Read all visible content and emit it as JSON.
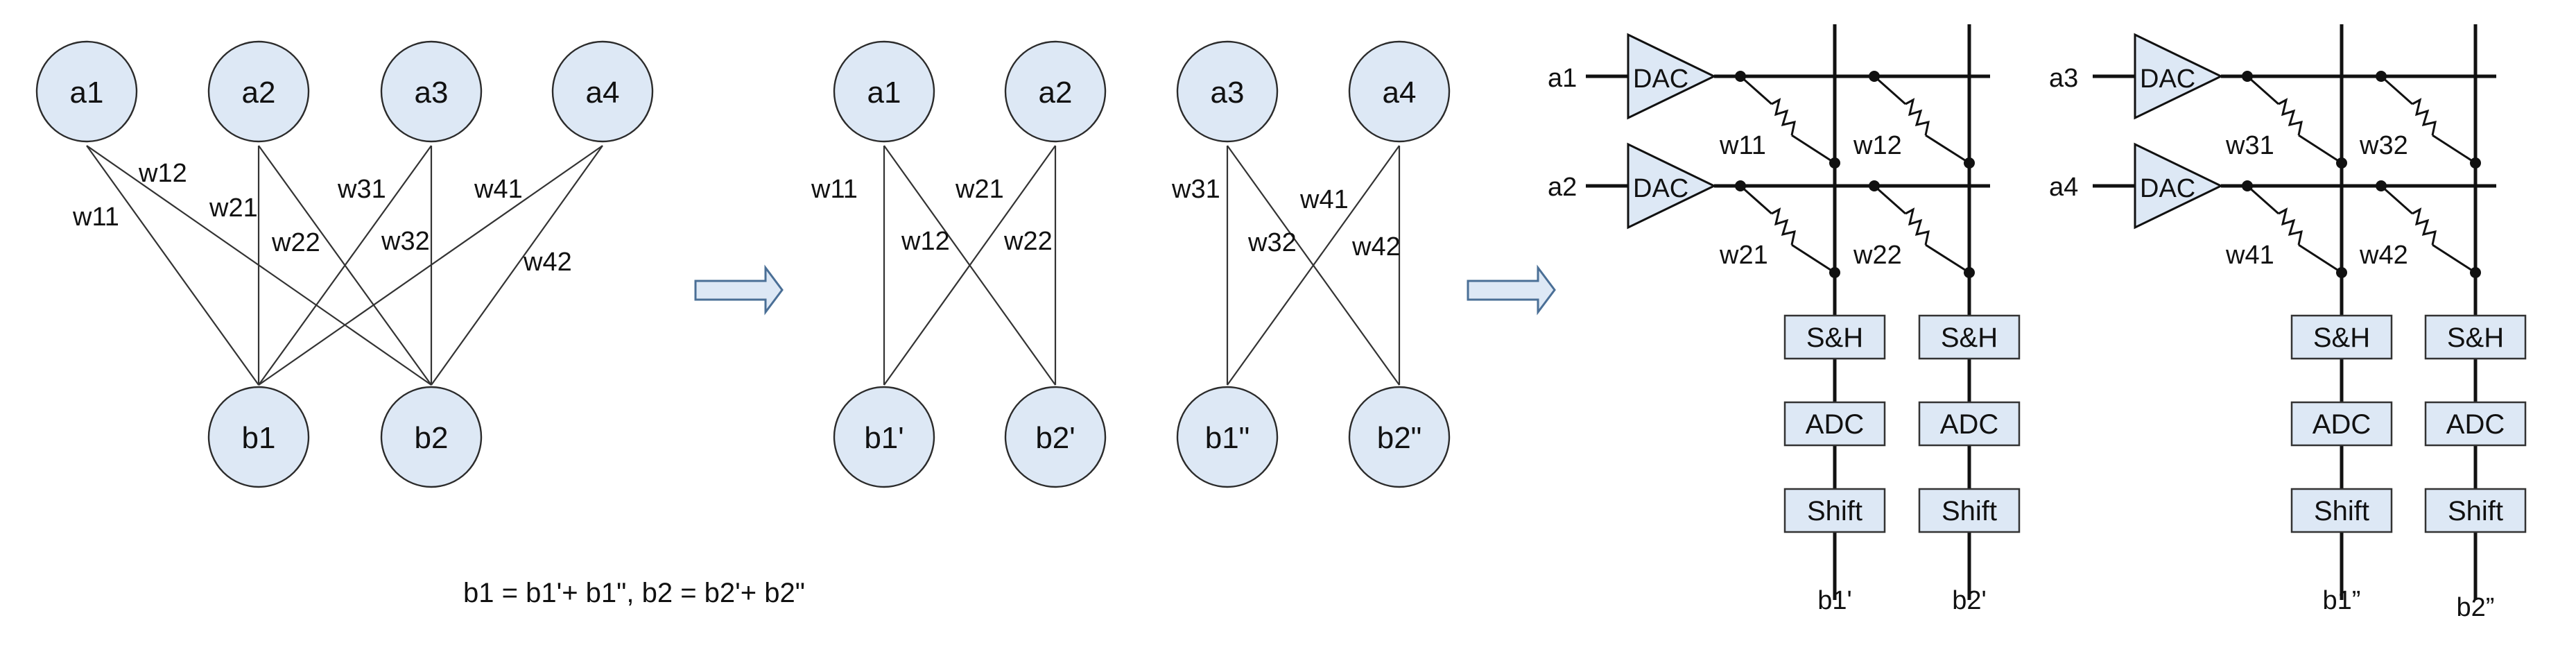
{
  "network1": {
    "nodes": {
      "a1": "a1",
      "a2": "a2",
      "a3": "a3",
      "a4": "a4",
      "b1": "b1",
      "b2": "b2"
    },
    "weights": {
      "w11": "w11",
      "w12": "w12",
      "w21": "w21",
      "w22": "w22",
      "w31": "w31",
      "w32": "w32",
      "w41": "w41",
      "w42": "w42"
    }
  },
  "network2": {
    "nodes": {
      "a1": "a1",
      "a2": "a2",
      "b1": "b1'",
      "b2": "b2'"
    },
    "weights": {
      "w11": "w11",
      "w12": "w12",
      "w21": "w21",
      "w22": "w22"
    }
  },
  "network3": {
    "nodes": {
      "a3": "a3",
      "a4": "a4",
      "b1": "b1\"",
      "b2": "b2\""
    },
    "weights": {
      "w31": "w31",
      "w32": "w32",
      "w41": "w41",
      "w42": "w42"
    }
  },
  "formula": "b1 = b1'+ b1\", b2 = b2'+ b2\"",
  "crossbar1": {
    "inputs": [
      "a1",
      "a2"
    ],
    "dac_label": "DAC",
    "weights": {
      "w11": "w11",
      "w12": "w12",
      "w21": "w21",
      "w22": "w22"
    },
    "sh_label": "S&H",
    "adc_label": "ADC",
    "shift_label": "Shift",
    "outputs": [
      "b1'",
      "b2'"
    ]
  },
  "crossbar2": {
    "inputs": [
      "a3",
      "a4"
    ],
    "dac_label": "DAC",
    "weights": {
      "w31": "w31",
      "w32": "w32",
      "w41": "w41",
      "w42": "w42"
    },
    "sh_label": "S&H",
    "adc_label": "ADC",
    "shift_label": "Shift",
    "outputs": [
      "b1”",
      "b2”"
    ]
  },
  "colors": {
    "node_fill": "#dde8f5",
    "stroke": "#111111",
    "arrow_stroke": "#4a6f96"
  }
}
